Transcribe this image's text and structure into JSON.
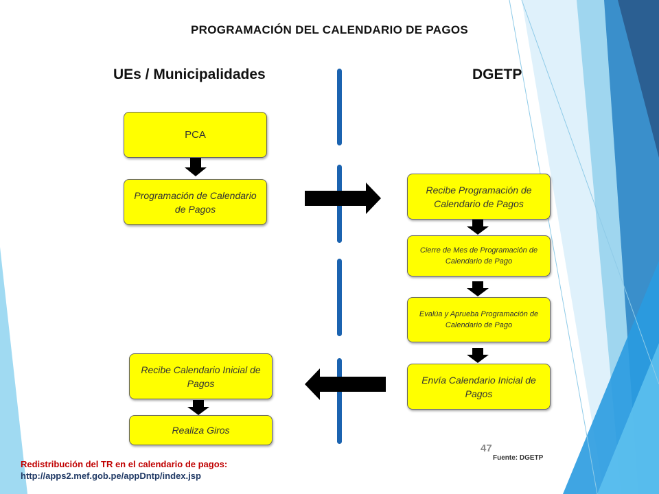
{
  "title": "PROGRAMACIÓN  DEL CALENDARIO DE PAGOS",
  "columns": {
    "left": "UEs  /  Municipalidades",
    "right": "DGETP"
  },
  "left_steps": {
    "pca": "PCA",
    "programacion": "Programación de Calendario de Pagos",
    "recibe_calendario": "Recibe Calendario Inicial de Pagos",
    "realiza_giros": "Realiza Giros"
  },
  "right_steps": {
    "recibe_programacion": "Recibe Programación de Calendario de  Pagos",
    "cierre_mes": "Cierre de Mes de Programación de Calendario de Pago",
    "evalua_aprueba": "Evalúa y  Aprueba Programación  de Calendario de Pago",
    "envia_calendario": "Envía Calendario Inicial de Pagos"
  },
  "footer": {
    "redistribution": "Redistribución del TR en el calendario de pagos:",
    "url": "http://apps2.mef.gob.pe/appDntp/index.jsp",
    "page_number": "47",
    "source": "Fuente: DGETP"
  },
  "colors": {
    "box_fill": "#ffff00",
    "divider": "#1b63b0",
    "arrow": "#000000",
    "theme_blue": "#2e75b6"
  }
}
